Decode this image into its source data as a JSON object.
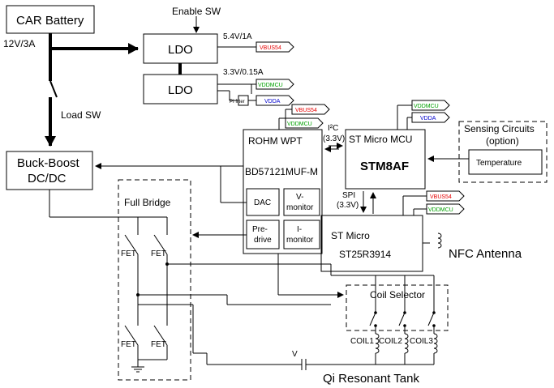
{
  "colors": {
    "line": "#000000",
    "vbus_red": "#e60000",
    "vddmcu_green": "#00a000",
    "vdda_blue": "#0000cc"
  },
  "labels": {
    "car_battery": "CAR Battery",
    "enable_sw": "Enable SW",
    "input_voltage": "12V/3A",
    "ldo1": "LDO",
    "ldo2": "LDO",
    "ldo1_out": "5.4V/1A",
    "ldo2_out": "3.3V/0.15A",
    "pi_filter": "PI filter",
    "load_sw": "Load SW",
    "buck_boost_line1": "Buck-Boost",
    "buck_boost_line2": "DC/DC",
    "full_bridge": "Full Bridge",
    "fet": "FET",
    "rohm_wpt": "ROHM WPT",
    "bd_part": "BD57121MUF-M",
    "dac": "DAC",
    "v_monitor_1": "V-",
    "v_monitor_2": "monitor",
    "pre_drive_1": "Pre-",
    "pre_drive_2": "drive",
    "i_monitor_1": "I-",
    "i_monitor_2": "monitor",
    "i2c": "I²C",
    "i2c_v": "(3.3V)",
    "spi": "SPI",
    "spi_v": "(3.3V)",
    "st_micro_mcu": "ST Micro MCU",
    "stm8af": "STM8AF",
    "st_micro": "ST Micro",
    "st25": "ST25R3914",
    "nfc_antenna": "NFC Antenna",
    "sensing_1": "Sensing Circuits",
    "sensing_2": "(option)",
    "temperature": "Temperature",
    "coil_selector": "Coil Selector",
    "coil1": "COIL1",
    "coil2": "COIL2",
    "coil3": "COIL3",
    "capacitor_v": "V",
    "qi_tank": "Qi Resonant Tank"
  },
  "rail_tags": {
    "vbus54": "VBUS54",
    "vddmcu": "VDDMCU",
    "vdda": "VDDA"
  }
}
